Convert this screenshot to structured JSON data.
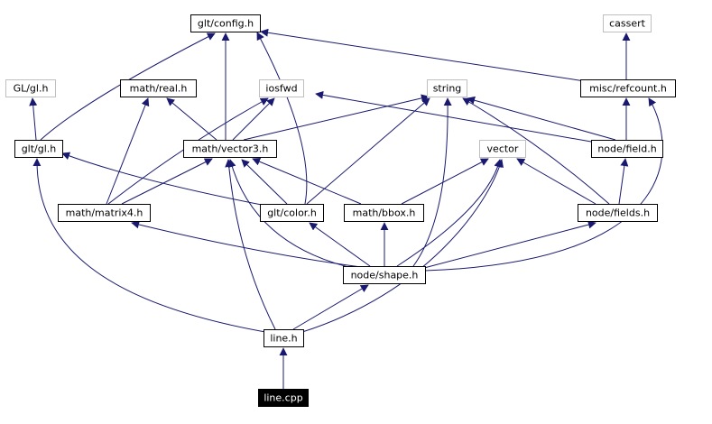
{
  "graph": {
    "edge_color": "#191970",
    "root_fill": "#000000",
    "external_border": "#bfbfbf",
    "nodes": {
      "config": "glt/config.h",
      "cassert": "cassert",
      "gl_system": "GL/gl.h",
      "real": "math/real.h",
      "iosfwd": "iosfwd",
      "string": "string",
      "refcount": "misc/refcount.h",
      "glt_gl": "glt/gl.h",
      "vector3": "math/vector3.h",
      "vector": "vector",
      "field": "node/field.h",
      "matrix4": "math/matrix4.h",
      "color": "glt/color.h",
      "bbox": "math/bbox.h",
      "fields": "node/fields.h",
      "shape": "node/shape.h",
      "line_h": "line.h",
      "line_cpp": "line.cpp"
    },
    "edges": [
      [
        "line_cpp",
        "line_h"
      ],
      [
        "line_h",
        "shape"
      ],
      [
        "line_h",
        "glt_gl"
      ],
      [
        "line_h",
        "vector3"
      ],
      [
        "line_h",
        "vector"
      ],
      [
        "shape",
        "matrix4"
      ],
      [
        "shape",
        "vector3"
      ],
      [
        "shape",
        "color"
      ],
      [
        "shape",
        "bbox"
      ],
      [
        "shape",
        "string"
      ],
      [
        "shape",
        "vector"
      ],
      [
        "shape",
        "fields"
      ],
      [
        "shape",
        "refcount"
      ],
      [
        "matrix4",
        "real"
      ],
      [
        "matrix4",
        "iosfwd"
      ],
      [
        "matrix4",
        "vector3"
      ],
      [
        "color",
        "config"
      ],
      [
        "color",
        "glt_gl"
      ],
      [
        "color",
        "vector3"
      ],
      [
        "color",
        "string"
      ],
      [
        "bbox",
        "vector3"
      ],
      [
        "bbox",
        "vector"
      ],
      [
        "fields",
        "field"
      ],
      [
        "fields",
        "vector"
      ],
      [
        "fields",
        "string"
      ],
      [
        "field",
        "refcount"
      ],
      [
        "field",
        "string"
      ],
      [
        "field",
        "iosfwd"
      ],
      [
        "vector3",
        "config"
      ],
      [
        "vector3",
        "real"
      ],
      [
        "vector3",
        "iosfwd"
      ],
      [
        "vector3",
        "string"
      ],
      [
        "glt_gl",
        "gl_system"
      ],
      [
        "glt_gl",
        "config"
      ],
      [
        "refcount",
        "cassert"
      ],
      [
        "refcount",
        "config"
      ]
    ]
  }
}
